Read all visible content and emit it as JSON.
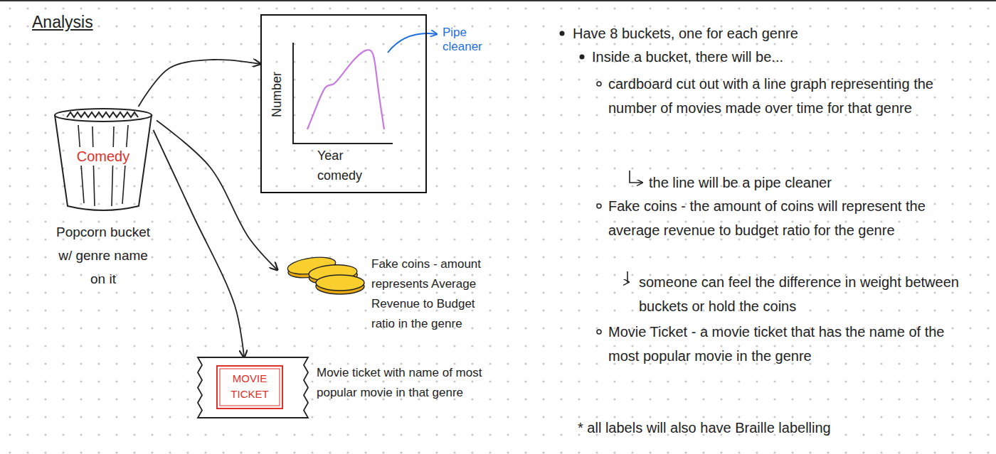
{
  "diagram": {
    "nodes": [
      {
        "text": [
          "Comedy",
          "Popcorn bucket w/ genre name on it"
        ]
      },
      {
        "text": [
          "Number",
          "Year",
          "comedy"
        ]
      },
      {
        "text": [
          "Fake coins - amount represents Average Revenue to Budget ratio in the genre"
        ]
      },
      {
        "text": [
          "MOVIE TICKET",
          "Movie ticket with name of most popular movie in that genre"
        ]
      }
    ],
    "edges": [
      {
        "from": 0,
        "to": 1,
        "arrow": "to"
      },
      {
        "from": 0,
        "to": 2,
        "arrow": "to"
      },
      {
        "from": 0,
        "to": 3,
        "arrow": "to"
      }
    ],
    "labels": [
      "Analysis",
      "Pipe cleaner",
      "Have 8 buckets, one for each genre",
      "Inside a bucket, there will be...",
      "cardboard cut out with a line graph representing the number of movies made over time for that genre",
      "the line will be a pipe cleaner",
      "Fake coins - the amount of coins will represent the average revenue to budget ratio for the genre",
      "someone can feel the difference in weight between buckets or hold the coins",
      "Movie Ticket - a movie ticket that has the name of the most popular movie in the genre",
      "* all labels will also have Braille labelling"
    ]
  }
}
